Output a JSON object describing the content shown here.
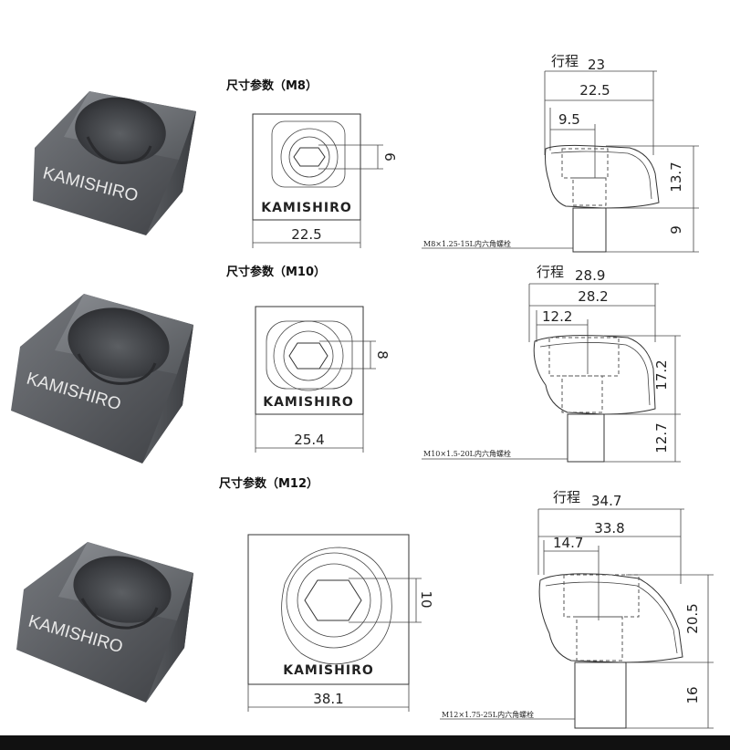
{
  "brand": "KAMISHIRO",
  "colors": {
    "metal_dark": "#3f4145",
    "metal_mid": "#6b6e73",
    "metal_light": "#9a9da2",
    "line": "#333333"
  },
  "sections": [
    {
      "id": "m8",
      "header": "尺寸参数（M8）",
      "front": {
        "width": "22.5",
        "hex": "6"
      },
      "side": {
        "stroke_label": "行程",
        "stroke": "23",
        "top_width": "22.5",
        "head": "9.5",
        "height": "13.7",
        "bolt_len": "9",
        "bolt_note": "M8×1.25-15L内六角螺栓"
      }
    },
    {
      "id": "m10",
      "header": "尺寸参数（M10）",
      "front": {
        "width": "25.4",
        "hex": "8"
      },
      "side": {
        "stroke_label": "行程",
        "stroke": "28.9",
        "top_width": "28.2",
        "head": "12.2",
        "height": "17.2",
        "bolt_len": "12.7",
        "bolt_note": "M10×1.5-20L内六角螺栓"
      }
    },
    {
      "id": "m12",
      "header": "尺寸参数（M12）",
      "front": {
        "width": "38.1",
        "hex": "10"
      },
      "side": {
        "stroke_label": "行程",
        "stroke": "34.7",
        "top_width": "33.8",
        "head": "14.7",
        "height": "20.5",
        "bolt_len": "16",
        "bolt_note": "M12×1.75-25L内六角螺栓"
      }
    }
  ]
}
